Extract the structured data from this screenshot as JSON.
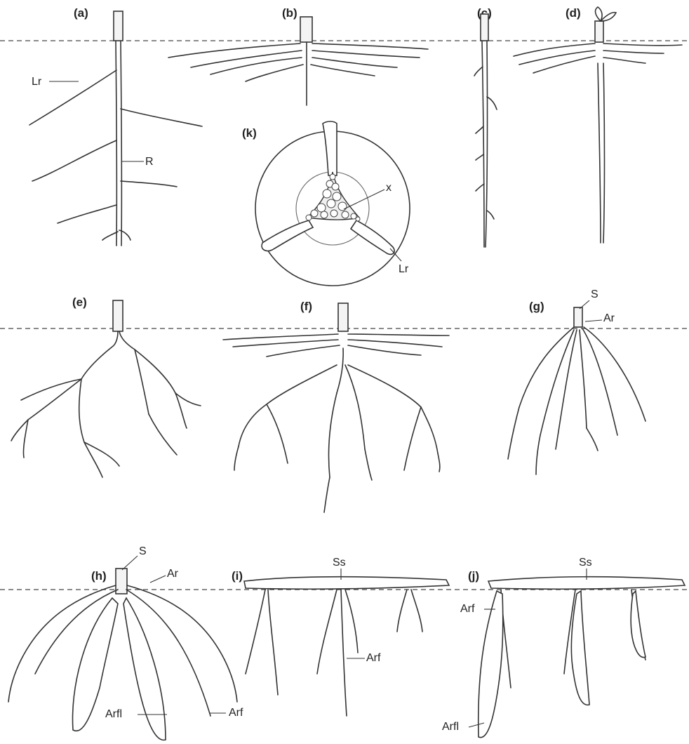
{
  "panels": [
    {
      "id": "a",
      "label": "(a)"
    },
    {
      "id": "b",
      "label": "(b)"
    },
    {
      "id": "c",
      "label": "(c)"
    },
    {
      "id": "d",
      "label": "(d)"
    },
    {
      "id": "e",
      "label": "(e)"
    },
    {
      "id": "f",
      "label": "(f)"
    },
    {
      "id": "g",
      "label": "(g)"
    },
    {
      "id": "h",
      "label": "(h)"
    },
    {
      "id": "i",
      "label": "(i)"
    },
    {
      "id": "j",
      "label": "(j)"
    },
    {
      "id": "k",
      "label": "(k)"
    }
  ],
  "callouts": {
    "a_lr": "Lr",
    "a_r": "R",
    "k_x": "x",
    "k_lr": "Lr",
    "g_s": "S",
    "g_ar": "Ar",
    "h_s": "S",
    "h_ar": "Ar",
    "h_arfl": "Arfl",
    "h_arf": "Arf",
    "i_ss": "Ss",
    "i_arf": "Arf",
    "j_ss": "Ss",
    "j_arf": "Arf",
    "j_arfl": "Arfl"
  }
}
